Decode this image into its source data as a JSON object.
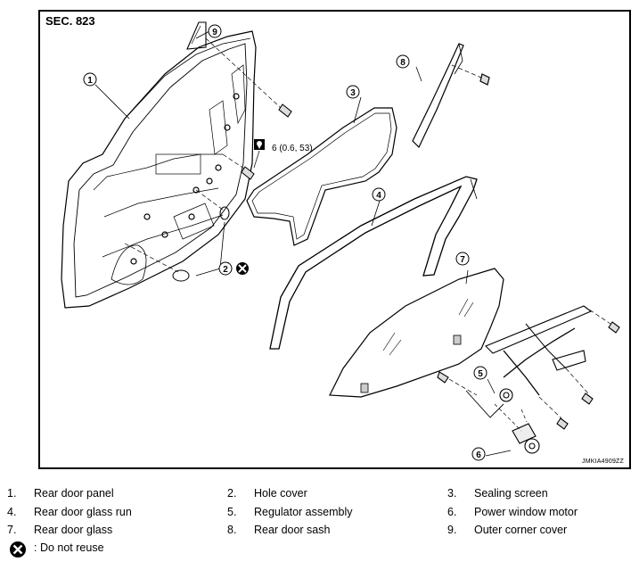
{
  "section_code": "SEC. 823",
  "figure_code": "JMKIA4909ZZ",
  "torque_spec": "6 (0.6, 53)",
  "callouts": [
    "1",
    "2",
    "3",
    "4",
    "5",
    "6",
    "7",
    "8",
    "9"
  ],
  "legend": [
    {
      "num": "1.",
      "label": "Rear door panel"
    },
    {
      "num": "2.",
      "label": "Hole cover"
    },
    {
      "num": "3.",
      "label": "Sealing screen"
    },
    {
      "num": "4.",
      "label": "Rear door glass run"
    },
    {
      "num": "5.",
      "label": "Regulator assembly"
    },
    {
      "num": "6.",
      "label": "Power window motor"
    },
    {
      "num": "7.",
      "label": "Rear door glass"
    },
    {
      "num": "8.",
      "label": "Rear door sash"
    },
    {
      "num": "9.",
      "label": "Outer corner cover"
    }
  ],
  "do_not_reuse_label": ": Do not reuse",
  "icons": {
    "do_not_reuse": "do-not-reuse-icon",
    "torque": "torque-wrench-icon"
  }
}
